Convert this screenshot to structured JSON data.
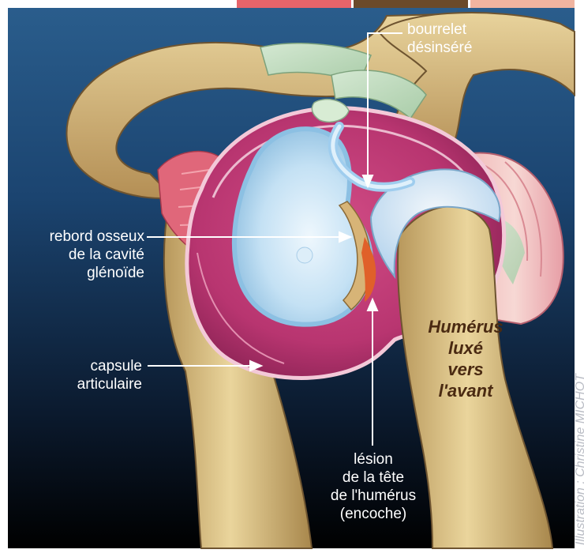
{
  "labels": {
    "bourrelet": "bourrelet\ndésinséré",
    "rebord": "rebord osseux\nde la cavité\nglénoïde",
    "capsule": "capsule\narticulaire",
    "lesion": "lésion\nde la tête\nde l'humérus\n(encoche)",
    "humerus": "Humérus\nluxé\nvers\nl'avant"
  },
  "credit": "Illustration : Christine MICHOT",
  "colors": {
    "bg_top": "#1e4f7e",
    "bg_bottom": "#000000",
    "bone": "#e2c98e",
    "capsule": "#c9407a",
    "cartilage": "#c6e2f5",
    "label": "#ffffff"
  }
}
